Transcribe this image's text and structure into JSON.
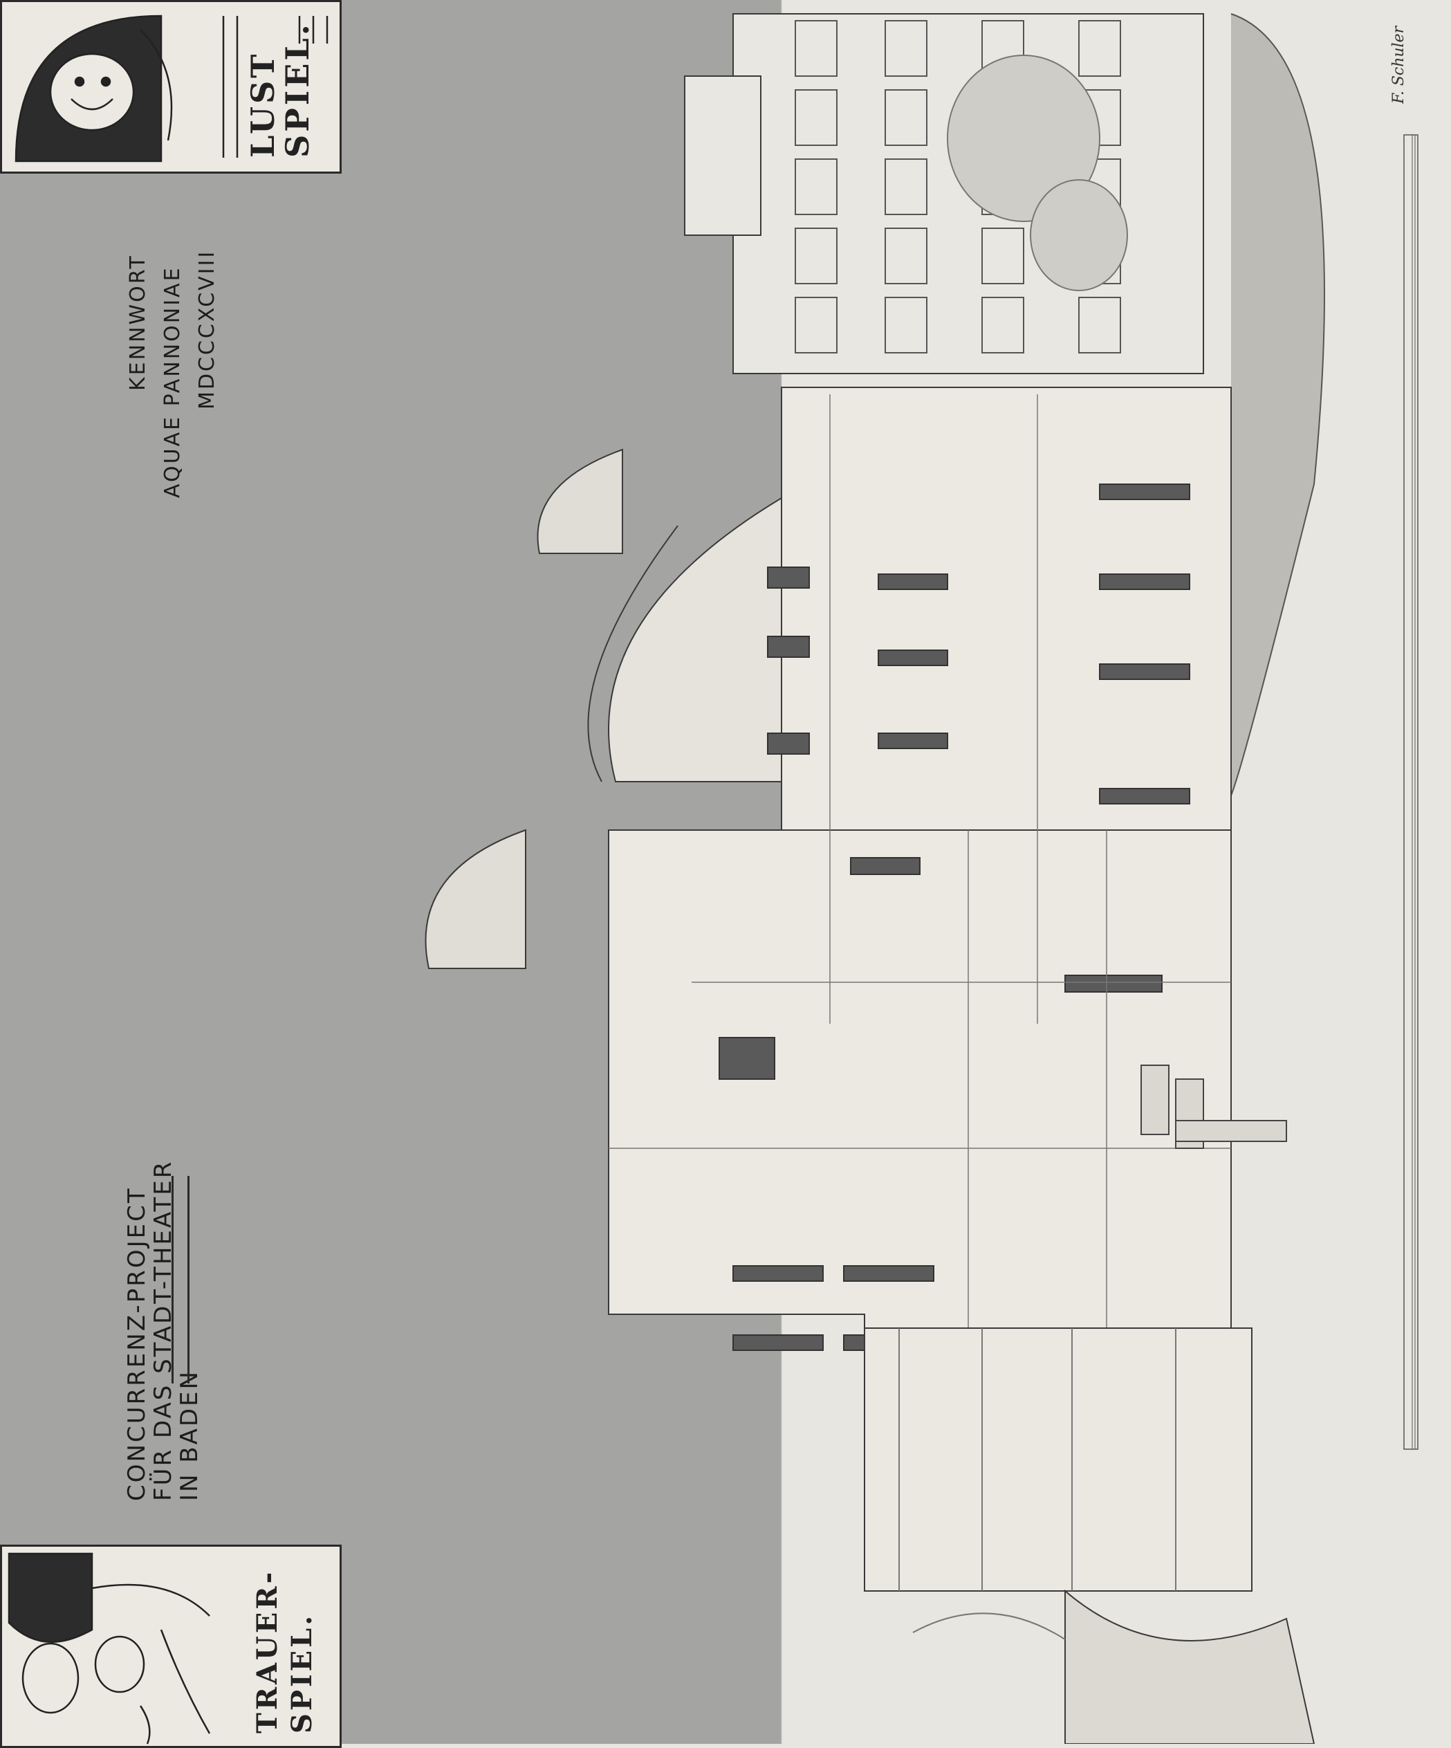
{
  "project_title": {
    "line1": "CONCURRENZ-PROJECT",
    "line2": "FÜR DAS STADT-THEATER",
    "line3": "IN BADEN"
  },
  "kennwort": {
    "line1": "KENNWORT",
    "line2": "AQUAE PANNONIAE",
    "line3": "MDCCCXCVIII"
  },
  "cards": {
    "top": {
      "line1": "LUST",
      "line2": "SPIEL."
    },
    "bottom": {
      "line1": "TRAUER-",
      "line2": "SPIEL."
    }
  },
  "signature": "F. Schuler",
  "colors": {
    "sky": "#a4a4a2",
    "paper": "#e8e6e0",
    "ink": "#2a2a2a"
  }
}
